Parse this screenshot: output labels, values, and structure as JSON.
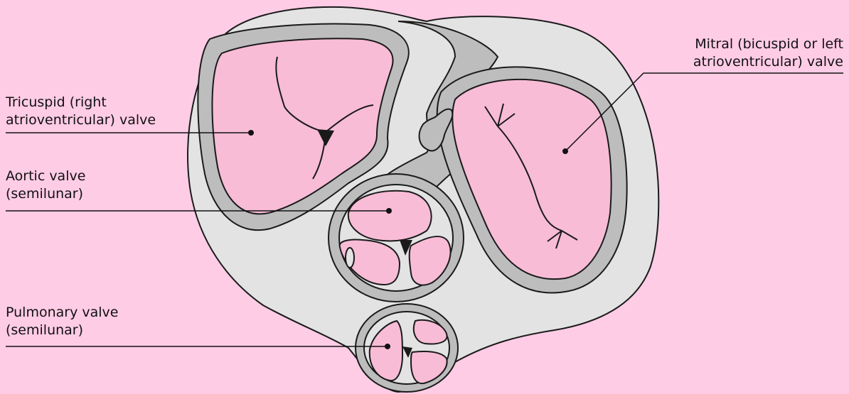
{
  "colors": {
    "background": "#ffcce6",
    "tissue": "#e3e3e3",
    "wall": "#bdbdbd",
    "chamber": "#f8bcd6",
    "outline": "#1a1a1a"
  },
  "labels": {
    "tricuspid": {
      "line1": "Tricuspid (right",
      "line2": "atrioventricular) valve"
    },
    "aortic": {
      "line1": "Aortic valve",
      "line2": "(semilunar)"
    },
    "pulmonary": {
      "line1": "Pulmonary valve",
      "line2": "(semilunar)"
    },
    "mitral": {
      "line1": "Mitral (bicuspid or left",
      "line2": "atrioventricular) valve"
    }
  }
}
